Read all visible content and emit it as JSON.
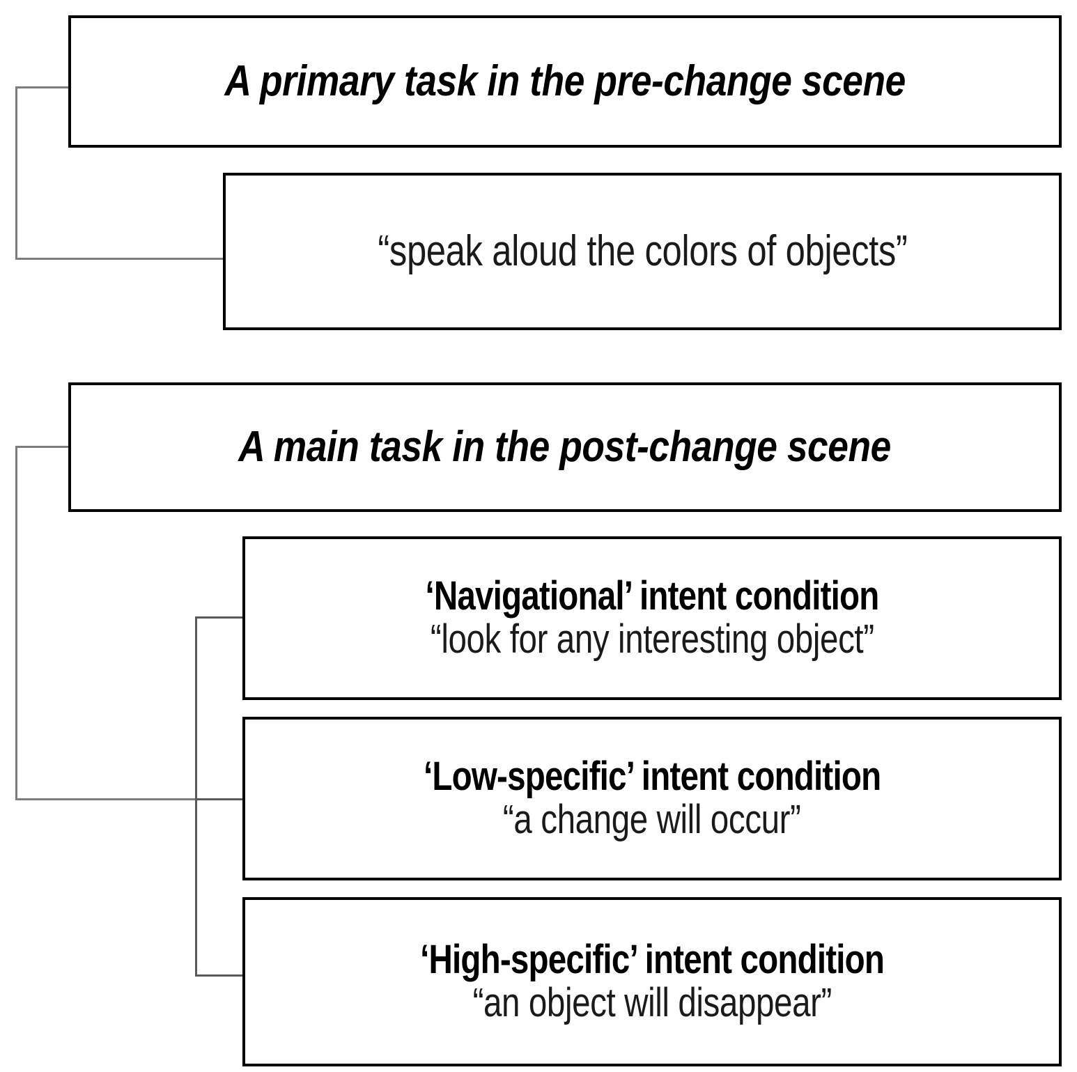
{
  "diagram": {
    "title_semantic": "experimental-task-structure",
    "colors": {
      "background": "#ffffff",
      "box_border": "#000000",
      "text": "#000000",
      "connector": "#7d7d7d"
    },
    "groups": [
      {
        "id": "pre-change",
        "task_box": {
          "label": "A primary task in the pre-change scene"
        },
        "instruction_box": {
          "label": "“speak aloud the colors of objects”"
        }
      },
      {
        "id": "post-change",
        "task_box": {
          "label": "A main task in the post-change scene"
        },
        "conditions": [
          {
            "id": "navigational",
            "title": "‘Navigational’ intent condition",
            "quote": "“look for any interesting object”"
          },
          {
            "id": "low-specific",
            "title": "‘Low-specific’ intent condition",
            "quote": "“a change will occur”"
          },
          {
            "id": "high-specific",
            "title": "‘High-specific’ intent condition",
            "quote": "“an object will disappear”"
          }
        ]
      }
    ]
  }
}
